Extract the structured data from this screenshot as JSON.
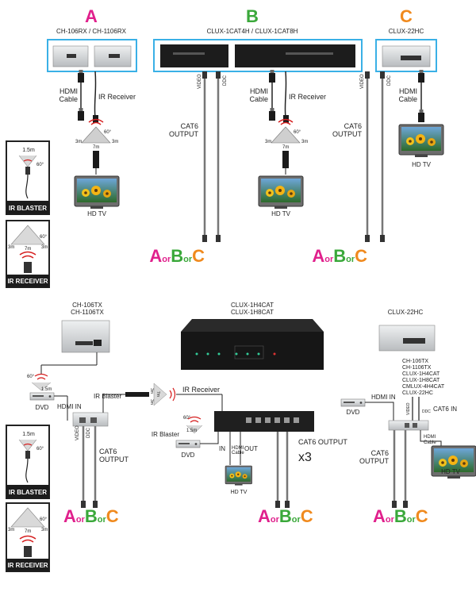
{
  "colors": {
    "A": "#e0208c",
    "B": "#3aa83a",
    "C": "#f08a1e",
    "frame": "#3ab0e6",
    "device": "#1c1c1c",
    "silver": "#d7d9db"
  },
  "top": {
    "A": {
      "letter": "A",
      "model": "CH-106RX / CH-1106RX",
      "hdmi": [
        "HDMI",
        "Cable"
      ],
      "ir": "IR Receiver",
      "tv": "HD TV"
    },
    "B": {
      "letter": "B",
      "model": "CLUX-1CAT4H / CLUX-1CAT8H",
      "video": "VIDEO",
      "ddc": "DDC",
      "cat6": [
        "CAT6",
        "OUTPUT"
      ],
      "hdmi": [
        "HDMI",
        "Cable"
      ],
      "ir": "IR Receiver",
      "tv": "HD TV"
    },
    "C": {
      "letter": "C",
      "model": "CLUX-22HC",
      "video": "VIDEO",
      "ddc": "DDC",
      "cat6": [
        "CAT6",
        "OUTPUT"
      ],
      "hdmi": [
        "HDMI",
        "Cable"
      ],
      "tv": "HD TV"
    },
    "abc": {
      "a": "A",
      "or1": "or",
      "b": "B",
      "or2": "or",
      "c": "C"
    },
    "cone": {
      "angle": "60°",
      "left": "3m",
      "center": "7m",
      "right": "3m"
    }
  },
  "legend": {
    "blaster": {
      "dist": "1.5m",
      "angle": "60°",
      "title": "IR BLASTER"
    },
    "receiver": {
      "angle": "60°",
      "left": "3m",
      "center": "7m",
      "right": "3m",
      "title": "IR RECEIVER"
    }
  },
  "bottom": {
    "left": {
      "model": [
        "CH-106TX",
        "CH-1106TX"
      ],
      "dvd": "DVD",
      "hdmi_in": "HDMI IN",
      "blaster": "IR Blaster",
      "dist": "1.5m",
      "angle": "60°",
      "video": "VIDEO",
      "ddc": "DDC",
      "cat6": [
        "CAT6",
        "OUTPUT"
      ]
    },
    "mid": {
      "model": [
        "CLUX-1H4CAT",
        "CLUX-1H8CAT"
      ],
      "ir_receiver": "IR Receiver",
      "blaster": "IR Blaster",
      "dvd": "DVD",
      "in": "IN",
      "hdmi": [
        "HDMI",
        "Cable"
      ],
      "out": "OUT",
      "cat6": "CAT6 OUTPUT",
      "x3": "x3",
      "tv": "HD TV",
      "dist": "1.5m",
      "angle": "60°",
      "cone": {
        "l": "3m",
        "c": "7m",
        "r": "3m",
        "a": "60°"
      }
    },
    "right": {
      "model": "CLUX-22HC",
      "list": [
        "CH-106TX",
        "CH-1106TX",
        "CLUX-1H4CAT",
        "CLUX-1H8CAT",
        "CMLUX-4H4CAT",
        "CLUX-22HC"
      ],
      "hdmi_in": "HDMI IN",
      "dvd": "DVD",
      "video": "VIDEO",
      "ddc": "DDC",
      "cat6_in": "CAT6 IN",
      "hdmi": [
        "HDMI",
        "Cable"
      ],
      "cat6": [
        "CAT6",
        "OUTPUT"
      ],
      "tv": "HD TV"
    }
  }
}
